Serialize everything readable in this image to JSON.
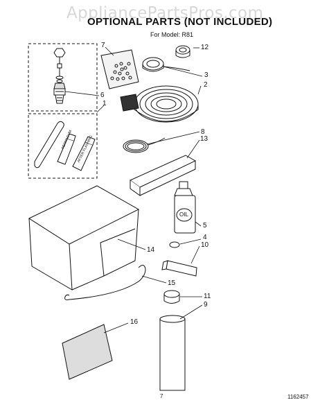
{
  "watermark": "AppliancePartsPros.com",
  "header": {
    "title": "OPTIONAL PARTS (NOT INCLUDED)",
    "model": "For Model: R81"
  },
  "footer": {
    "page": "7",
    "code": "1162457"
  },
  "callouts": {
    "c7": "7",
    "c12": "12",
    "c3": "3",
    "c2": "2",
    "c6": "6",
    "c1": "1",
    "c8": "8",
    "c13": "13",
    "c5": "5",
    "c4": "4",
    "c10": "10",
    "c14": "14",
    "c15": "15",
    "c11": "11",
    "c9": "9",
    "c16": "16"
  },
  "labels": {
    "tube1": "PERMAGUM",
    "tube2": "AFTER FLASHING",
    "oil": "OIL"
  }
}
